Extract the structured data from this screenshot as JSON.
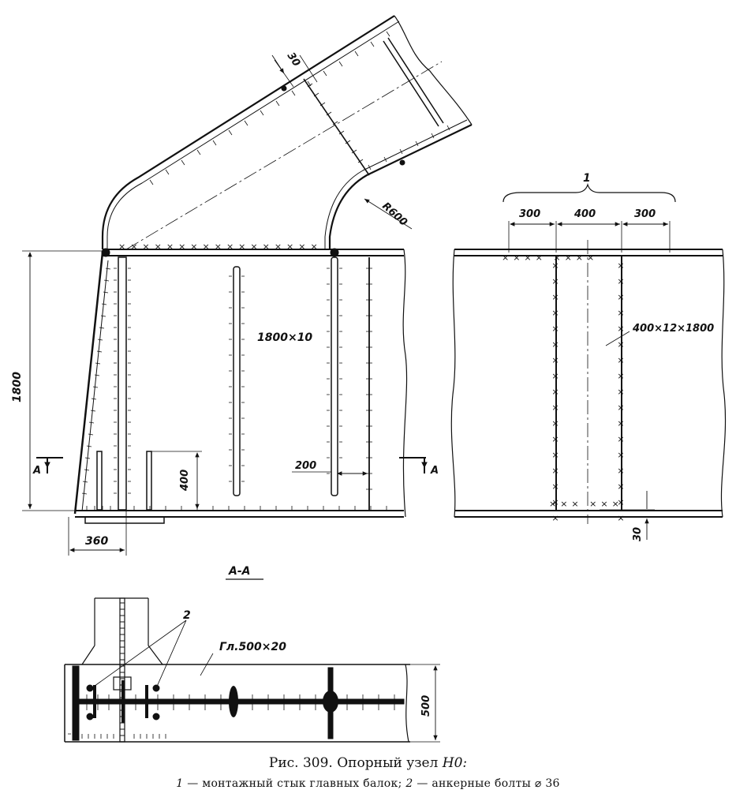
{
  "figure": {
    "caption_prefix": "Рис. 309. Опорный узел ",
    "caption_code": "Н0:",
    "legend_1_num": "1",
    "legend_1_text": " — монтажный стык главных балок; ",
    "legend_2_num": "2",
    "legend_2_text": " — анкерные болты ⌀ 36"
  },
  "elevation": {
    "dim_height": "1800",
    "dim_width_bottom": "360",
    "dim_stiffener": "400",
    "dim_spacing": "200",
    "dim_cap": "30",
    "radius": "R600",
    "web_label": "1800×10",
    "section_mark": "A"
  },
  "splice": {
    "callout": "1",
    "dim_left": "300",
    "dim_mid": "400",
    "dim_right": "300",
    "plate_label": "400×12×1800",
    "dim_gap": "30"
  },
  "section": {
    "title": "А-А",
    "callout": "2",
    "plate_label": "Гл.500×20",
    "dim_height": "500"
  }
}
